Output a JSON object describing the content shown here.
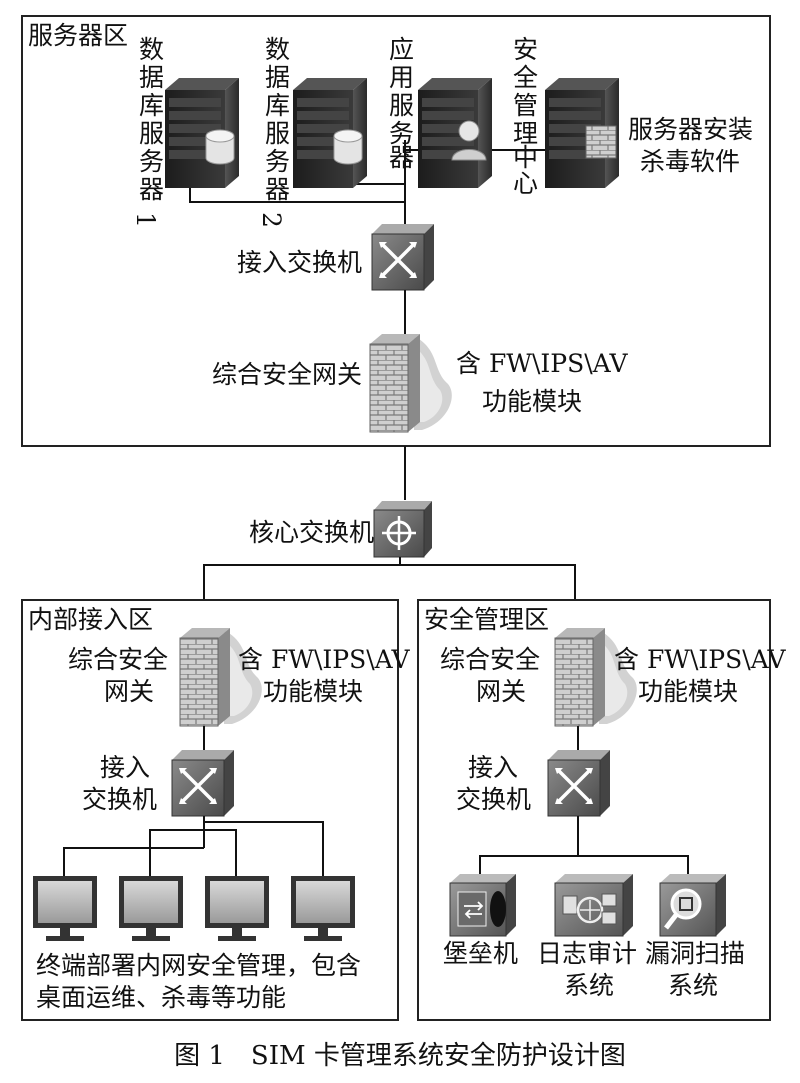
{
  "server_zone": {
    "title": "服务器区",
    "db1": [
      "数",
      "据",
      "库",
      "服",
      "务",
      "器",
      "1"
    ],
    "db2": [
      "数",
      "据",
      "库",
      "服",
      "务",
      "器",
      "2"
    ],
    "app": [
      "应",
      "用",
      "服",
      "务",
      "器"
    ],
    "sec_center": [
      "安",
      "全",
      "管",
      "理",
      "中",
      "心"
    ],
    "av_note": [
      "服务器安装",
      "杀毒软件"
    ],
    "switch_label": "接入交换机",
    "gateway_label": "综合安全网关",
    "gateway_note": [
      "含 FW\\IPS\\AV",
      "功能模块"
    ]
  },
  "core": {
    "label": "核心交换机"
  },
  "inner_zone": {
    "title": "内部接入区",
    "gateway_label": [
      "综合安全",
      "网关"
    ],
    "gateway_note": [
      "含 FW\\IPS\\AV",
      "功能模块"
    ],
    "switch_label": [
      "接入",
      "交换机"
    ],
    "terminal_note": [
      "终端部署内网安全管理，包含",
      "桌面运维、杀毒等功能"
    ]
  },
  "sec_zone": {
    "title": "安全管理区",
    "gateway_label": [
      "综合安全",
      "网关"
    ],
    "gateway_note": [
      "含 FW\\IPS\\AV",
      "功能模块"
    ],
    "switch_label": [
      "接入",
      "交换机"
    ],
    "bastion": "堡垒机",
    "log_audit": [
      "日志审计",
      "系统"
    ],
    "vuln_scan": [
      "漏洞扫描",
      "系统"
    ]
  },
  "caption": "图 1　SIM 卡管理系统安全防护设计图"
}
